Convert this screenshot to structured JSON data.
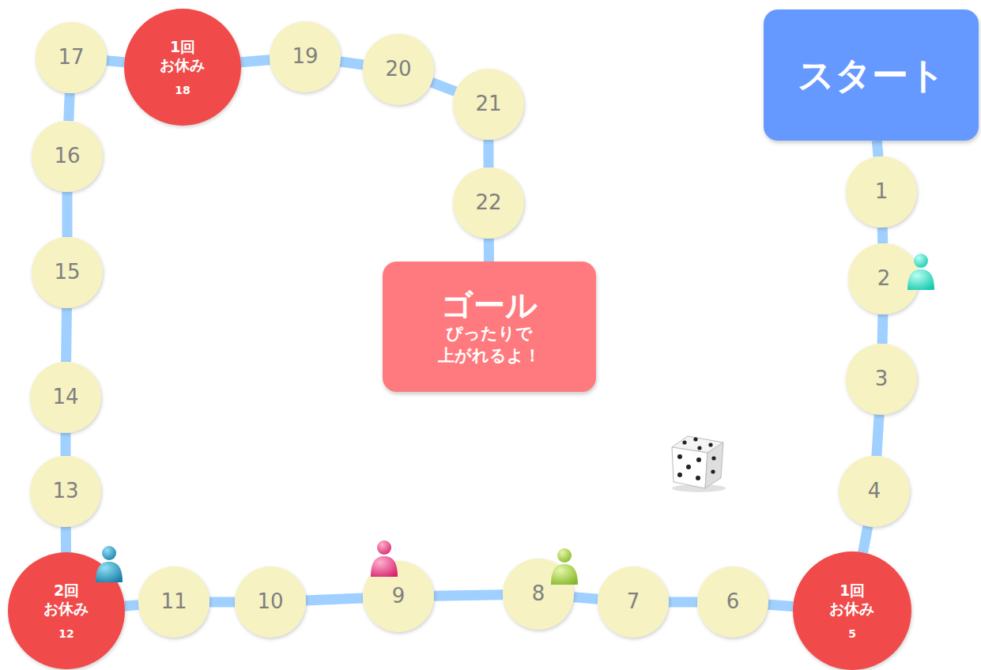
{
  "diagram": {
    "nodes": [
      {
        "text": [
          "スタート"
        ]
      },
      {
        "text": [
          "1"
        ]
      },
      {
        "text": [
          "2"
        ]
      },
      {
        "text": [
          "3"
        ]
      },
      {
        "text": [
          "4"
        ]
      },
      {
        "text": [
          "1回 お休み",
          "5"
        ]
      },
      {
        "text": [
          "6"
        ]
      },
      {
        "text": [
          "7"
        ]
      },
      {
        "text": [
          "8"
        ]
      },
      {
        "text": [
          "9"
        ]
      },
      {
        "text": [
          "10"
        ]
      },
      {
        "text": [
          "11"
        ]
      },
      {
        "text": [
          "2回 お休み",
          "12"
        ]
      },
      {
        "text": [
          "13"
        ]
      },
      {
        "text": [
          "14"
        ]
      },
      {
        "text": [
          "15"
        ]
      },
      {
        "text": [
          "16"
        ]
      },
      {
        "text": [
          "17"
        ]
      },
      {
        "text": [
          "1回 お休み",
          "18"
        ]
      },
      {
        "text": [
          "19"
        ]
      },
      {
        "text": [
          "20"
        ]
      },
      {
        "text": [
          "21"
        ]
      },
      {
        "text": [
          "22"
        ]
      },
      {
        "text": [
          "ゴール",
          "ぴったりで 上がれるよ！"
        ]
      }
    ],
    "edges": [
      {
        "from": 0,
        "to": 1,
        "arrow": "none"
      },
      {
        "from": 1,
        "to": 2,
        "arrow": "none"
      },
      {
        "from": 2,
        "to": 3,
        "arrow": "none"
      },
      {
        "from": 3,
        "to": 4,
        "arrow": "none"
      },
      {
        "from": 4,
        "to": 5,
        "arrow": "none"
      },
      {
        "from": 5,
        "to": 6,
        "arrow": "none"
      },
      {
        "from": 6,
        "to": 7,
        "arrow": "none"
      },
      {
        "from": 7,
        "to": 8,
        "arrow": "none"
      },
      {
        "from": 8,
        "to": 9,
        "arrow": "none"
      },
      {
        "from": 9,
        "to": 10,
        "arrow": "none"
      },
      {
        "from": 10,
        "to": 11,
        "arrow": "none"
      },
      {
        "from": 11,
        "to": 12,
        "arrow": "none"
      },
      {
        "from": 12,
        "to": 13,
        "arrow": "none"
      },
      {
        "from": 13,
        "to": 14,
        "arrow": "none"
      },
      {
        "from": 14,
        "to": 15,
        "arrow": "none"
      },
      {
        "from": 15,
        "to": 16,
        "arrow": "none"
      },
      {
        "from": 16,
        "to": 17,
        "arrow": "none"
      },
      {
        "from": 17,
        "to": 18,
        "arrow": "none"
      },
      {
        "from": 18,
        "to": 19,
        "arrow": "none"
      },
      {
        "from": 19,
        "to": 20,
        "arrow": "none"
      },
      {
        "from": 20,
        "to": 21,
        "arrow": "none"
      },
      {
        "from": 21,
        "to": 22,
        "arrow": "none"
      },
      {
        "from": 22,
        "to": 23,
        "arrow": "none"
      }
    ]
  }
}
